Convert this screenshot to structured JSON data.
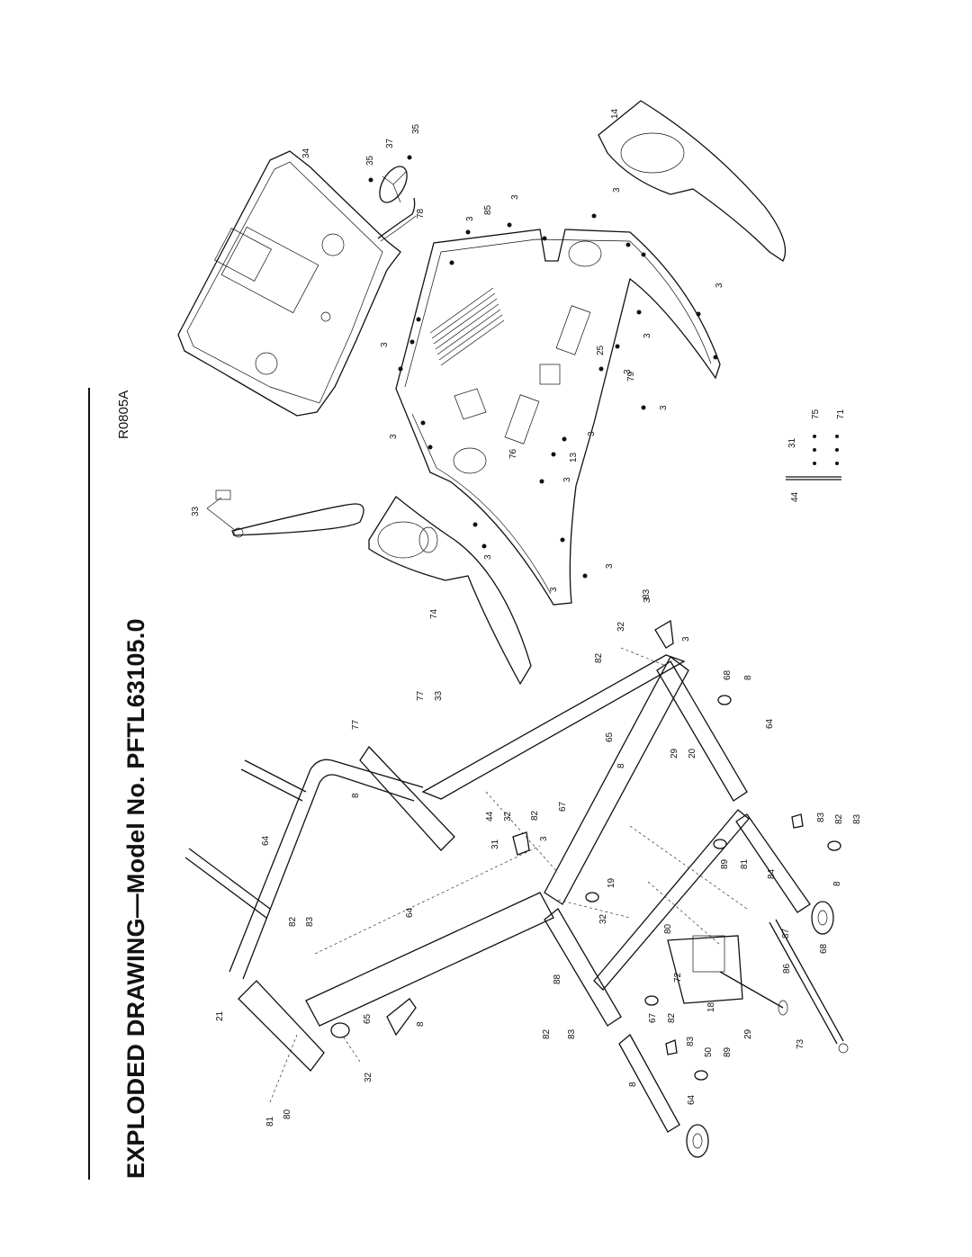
{
  "title": "EXPLODED DRAWING—Model No. PFTL63105.0",
  "drawing_code": "R0805A",
  "callouts": [
    "14",
    "34",
    "35",
    "37",
    "35",
    "78",
    "85",
    "3",
    "3",
    "3",
    "3",
    "3",
    "3",
    "3",
    "3",
    "3",
    "3",
    "3",
    "3",
    "3",
    "3",
    "3",
    "76",
    "25",
    "79",
    "13",
    "33",
    "74",
    "75",
    "71",
    "31",
    "44",
    "32",
    "3",
    "82",
    "83",
    "68",
    "8",
    "64",
    "77",
    "33",
    "77",
    "65",
    "8",
    "29",
    "20",
    "8",
    "64",
    "44",
    "32",
    "31",
    "3",
    "67",
    "82",
    "83",
    "82",
    "83",
    "89",
    "81",
    "84",
    "8",
    "64",
    "82",
    "83",
    "32",
    "19",
    "80",
    "87",
    "68",
    "86",
    "88",
    "72",
    "18",
    "29",
    "73",
    "21",
    "65",
    "8",
    "82",
    "83",
    "67",
    "82",
    "83",
    "50",
    "89",
    "32",
    "8",
    "64",
    "81",
    "80"
  ]
}
